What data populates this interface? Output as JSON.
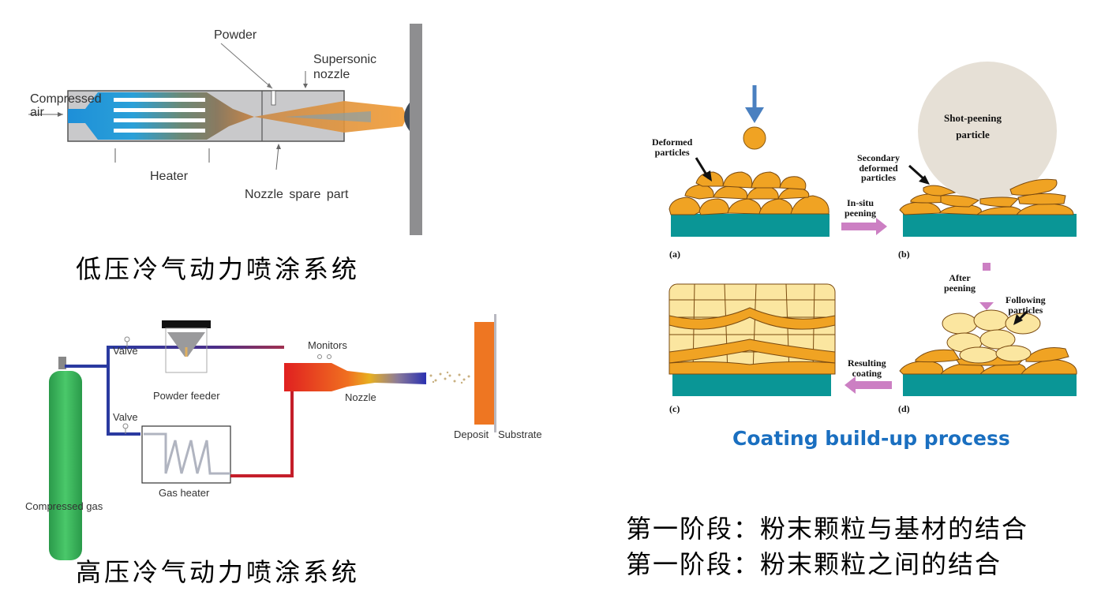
{
  "low_pressure": {
    "caption": "低压冷气动力喷涂系统",
    "labels": {
      "powder": "Powder",
      "supersonic_nozzle_1": "Supersonic",
      "supersonic_nozzle_2": "nozzle",
      "compressed_air_1": "Compressed",
      "compressed_air_2": "air",
      "heater": "Heater",
      "nozzle_spare_part": "Nozzle spare part"
    }
  },
  "high_pressure": {
    "caption": "高压冷气动力喷涂系统",
    "labels": {
      "valve_top": "Valve",
      "valve_bottom": "Valve",
      "powder_feeder": "Powder feeder",
      "monitors": "Monitors",
      "nozzle": "Nozzle",
      "gas_heater": "Gas heater",
      "compressed_gas": "Compressed gas",
      "deposit": "Deposit",
      "substrate": "Substrate"
    }
  },
  "coating": {
    "title": "Coating build-up process",
    "title_color": "#1a6fc0",
    "panels": {
      "a": "(a)",
      "b": "(b)",
      "c": "(c)",
      "d": "(d)"
    },
    "labels": {
      "deformed_1": "Deformed",
      "deformed_2": "particles",
      "shot_peening_1": "Shot-peening",
      "shot_peening_2": "particle",
      "secondary_1": "Secondary",
      "secondary_2": "deformed",
      "secondary_3": "particles",
      "insitu_1": "In-situ",
      "insitu_2": "peening",
      "after_1": "After",
      "after_2": "peening",
      "following_1": "Following",
      "following_2": "particles",
      "resulting_1": "Resulting",
      "resulting_2": "coating"
    },
    "colors": {
      "particle": "#f0a323",
      "particle_light": "#fbe6a0",
      "substrate": "#0a9696",
      "arrow": "#cc7fc3",
      "incoming_arrow": "#4a80c0",
      "shot": "#e6e0d6"
    }
  },
  "stages": {
    "line1": "第一阶段：粉末颗粒与基材的结合",
    "line2": "第一阶段：粉末颗粒之间的结合"
  }
}
